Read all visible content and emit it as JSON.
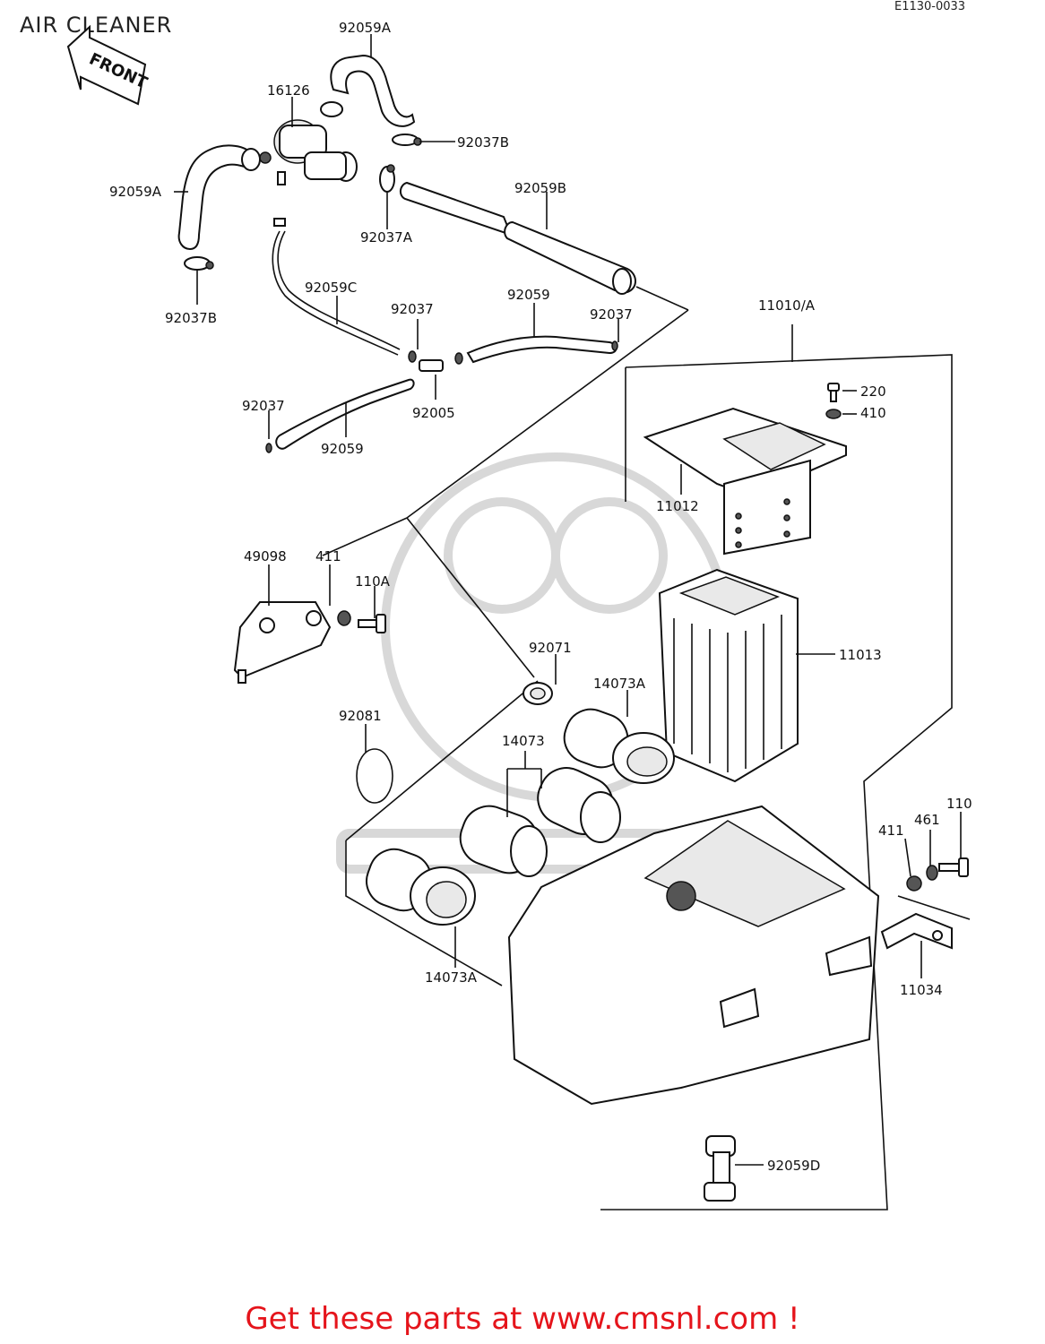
{
  "title": "AIR CLEANER",
  "diagram_code": "E1130-0033",
  "front_label": "FRONT",
  "footer": "Get these parts at www.cmsnl.com !",
  "parts": {
    "p92059A_top": "92059A",
    "p16126": "16126",
    "p92037B_top": "92037B",
    "p92059A_left": "92059A",
    "p92059B": "92059B",
    "p92037A": "92037A",
    "p92037B_left": "92037B",
    "p92059C": "92059C",
    "p92037_mid": "92037",
    "p92059_mid": "92059",
    "p92037_right": "92037",
    "p11010A": "11010/A",
    "p92037_left": "92037",
    "p92005": "92005",
    "p92059_low": "92059",
    "p220": "220",
    "p410": "410",
    "p11012": "11012",
    "p49098": "49098",
    "p411_top": "411",
    "p110A": "110A",
    "p11013": "11013",
    "p92071": "92071",
    "p14073A_top": "14073A",
    "p92081": "92081",
    "p14073": "14073",
    "p110": "110",
    "p411_right": "411",
    "p461": "461",
    "p11034": "11034",
    "p14073A_low": "14073A",
    "p92059D": "92059D"
  }
}
